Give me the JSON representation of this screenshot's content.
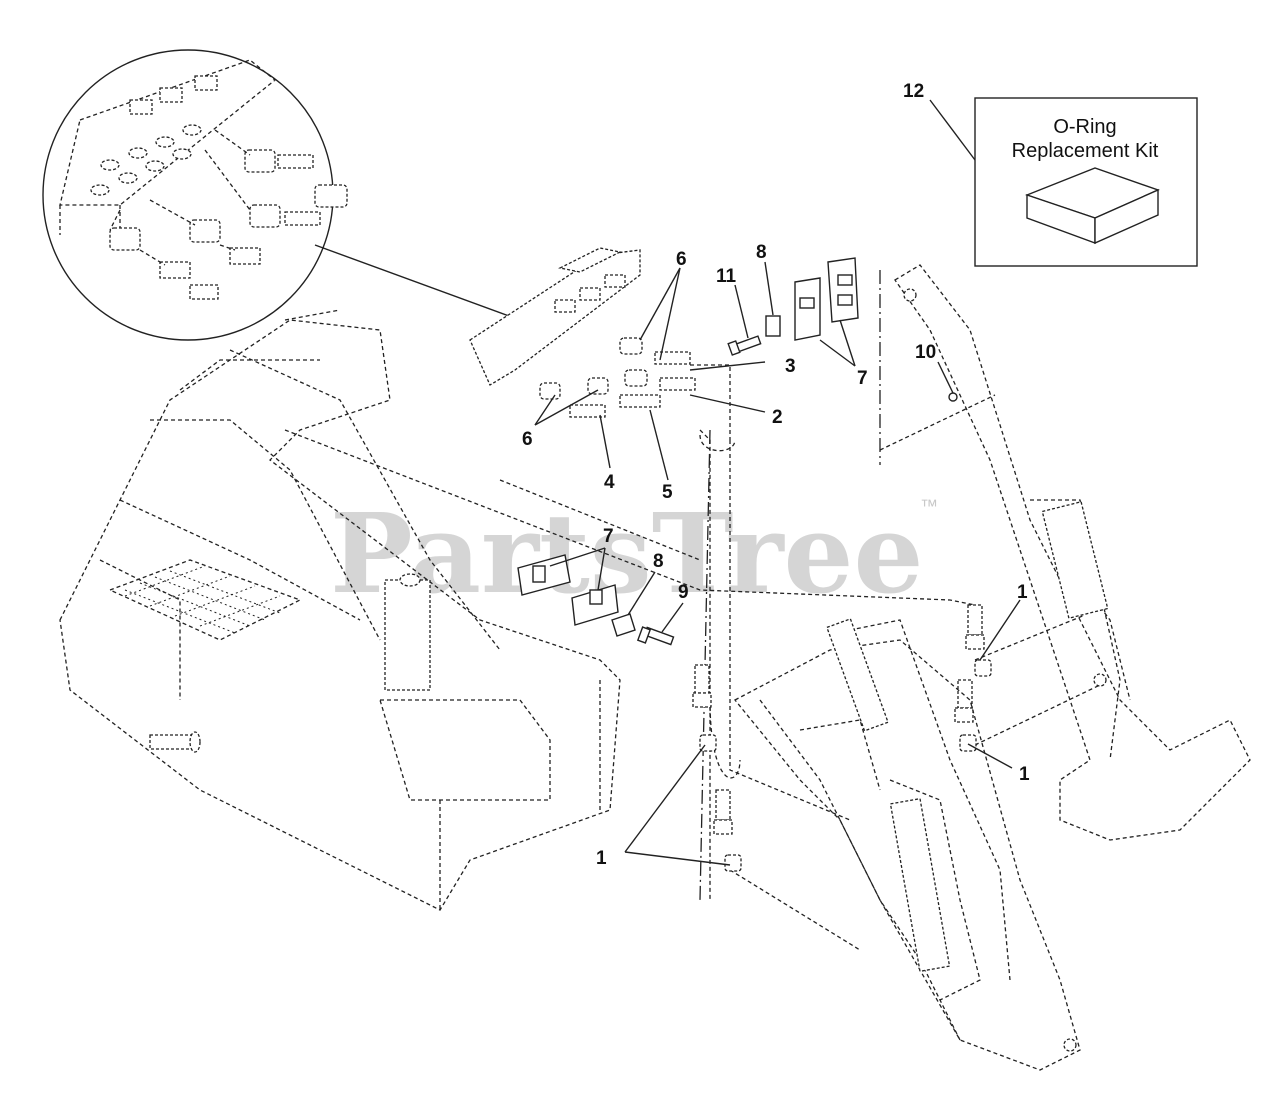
{
  "kit": {
    "title": "O-Ring",
    "subtitle": "Replacement Kit"
  },
  "watermark": {
    "text": "PartsTree",
    "trademark": "™"
  },
  "callouts": {
    "c1a": "1",
    "c1b": "1",
    "c1c": "1",
    "c2": "2",
    "c3": "3",
    "c4": "4",
    "c5": "5",
    "c6a": "6",
    "c6b": "6",
    "c7a": "7",
    "c7b": "7",
    "c8a": "8",
    "c8b": "8",
    "c9": "9",
    "c10": "10",
    "c11": "11",
    "c12": "12"
  }
}
